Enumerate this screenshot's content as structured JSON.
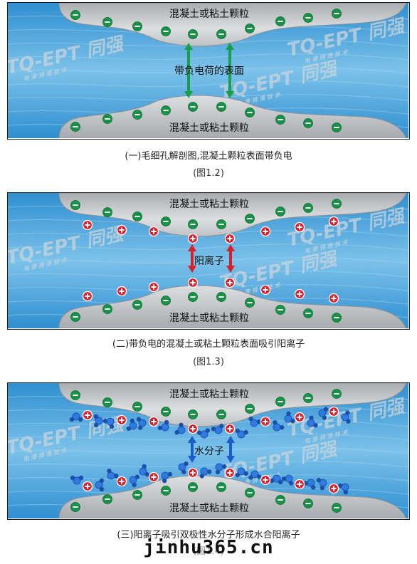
{
  "panels": [
    {
      "slab_top_label": "混凝土或粘土颗粒",
      "slab_bottom_label": "混凝土或粘土颗粒",
      "center_label": "带负电荷的表面",
      "caption": "(一)毛细孔解剖图,混凝土颗粒表面带负电",
      "figno": "(图1.2)",
      "arrow_color": "#18a048"
    },
    {
      "slab_top_label": "混凝土或粘土颗粒",
      "slab_bottom_label": "混凝土或粘土颗粒",
      "center_label": "阳离子",
      "caption": "(二)带负电的混凝土或粘土颗粒表面吸引阳离子",
      "figno": "(图1.3)",
      "arrow_color": "#d8202a"
    },
    {
      "slab_top_label": "混凝土或粘土颗粒",
      "slab_bottom_label": "混凝土或粘土颗粒",
      "center_label": "水分子",
      "caption": "(三)阳离子吸引双极性水分子形成水合阳离子",
      "figno": "(图1.4)",
      "arrow_color": "#1a5cc8"
    }
  ],
  "watermark": {
    "brand": "TQ-EPT",
    "brand_cn": "同强",
    "tagline": "电 渗 排 液 技 术"
  },
  "site_text": "jinhu365.cn",
  "colors": {
    "water": "#4aa3d8",
    "slab": "#c9cbce",
    "negative": "#169346",
    "positive": "#d8202a",
    "molecule": "#1a55b8"
  },
  "icons": [
    "negative-charge-icon",
    "positive-charge-icon",
    "water-molecule-icon",
    "double-arrow-icon"
  ]
}
